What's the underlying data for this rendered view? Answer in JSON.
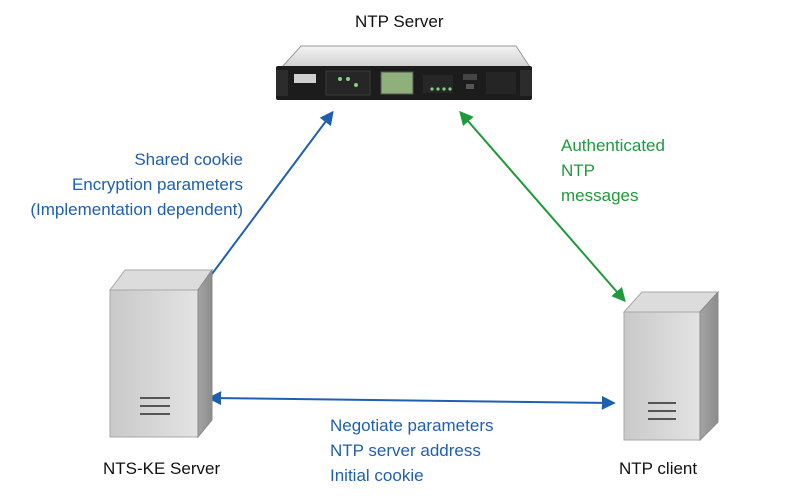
{
  "nodes": {
    "ntp_server": {
      "label": "NTP Server"
    },
    "nts_ke_server": {
      "label": "NTS-KE Server"
    },
    "ntp_client": {
      "label": "NTP client"
    }
  },
  "links": {
    "ke_to_server": {
      "lines": [
        "Shared cookie",
        "Encryption parameters",
        "(Implementation dependent)"
      ]
    },
    "client_to_server": {
      "lines": [
        "Authenticated",
        "NTP",
        "messages"
      ]
    },
    "ke_to_client": {
      "lines": [
        "Negotiate parameters",
        "NTP server address",
        "Initial cookie"
      ]
    }
  },
  "colors": {
    "blue": "#1f5fb0",
    "green": "#1f9a3a"
  },
  "icons": {
    "server": "rack-server-icon",
    "tower": "server-tower-icon"
  }
}
